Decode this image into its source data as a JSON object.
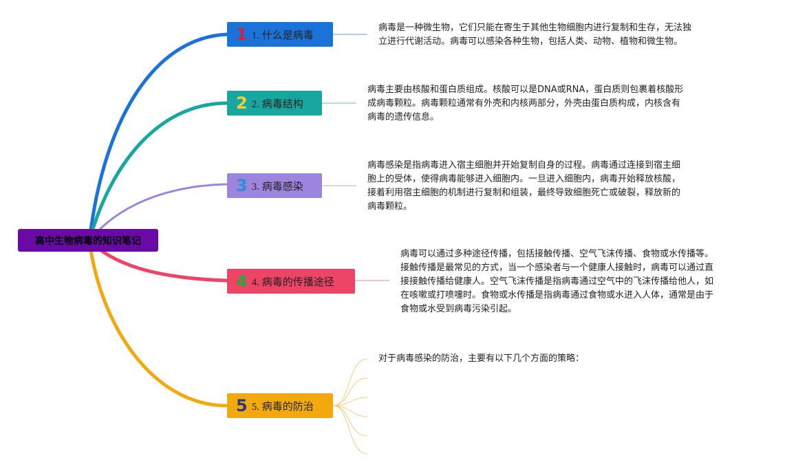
{
  "root": {
    "label": "高中生物病毒的知识笔记",
    "color": "#6a0aa6"
  },
  "branches": [
    {
      "num": "1",
      "label": "1. 什么是病毒",
      "box_color": "#1b72d8",
      "num_color": "#d0243a",
      "line_color": "#1b72d8",
      "desc_line_color": "#7fb4e0",
      "desc_lines": [
        "病毒是一种微生物，它们只能在寄生于其他生物细胞内进行复制和生存，无法独",
        "立进行代谢活动。病毒可以感染各种生物，包括人类、动物、植物和微生物。"
      ]
    },
    {
      "num": "2",
      "label": "2. 病毒结构",
      "box_color": "#17a79f",
      "num_color": "#f2cf3a",
      "line_color": "#17a79f",
      "desc_line_color": "#7ed0c9",
      "desc_lines": [
        "病毒主要由核酸和蛋白质组成。核酸可以是DNA或RNA，蛋白质则包裹着核酸形",
        "成病毒颗粒。病毒颗粒通常有外壳和内核两部分，外壳由蛋白质构成，内核含有",
        "病毒的遗传信息。"
      ]
    },
    {
      "num": "3",
      "label": "3. 病毒感染",
      "box_color": "#9d84dc",
      "num_color": "#2a8fe0",
      "line_color": "#9d84dc",
      "desc_line_color": "#c5b8ec",
      "desc_lines": [
        "病毒感染是指病毒进入宿主细胞并开始复制自身的过程。病毒通过连接到宿主细",
        "胞上的受体，使得病毒能够进入细胞内。一旦进入细胞内，病毒开始释放核酸，",
        "接着利用宿主细胞的机制进行复制和组装，最终导致细胞死亡或破裂，释放新的",
        "病毒颗粒。"
      ]
    },
    {
      "num": "4",
      "label": "4. 病毒的传播途径",
      "box_color": "#ee4466",
      "num_color": "#2aa63a",
      "line_color": "#ee4466",
      "desc_line_color": "#f3a0b4",
      "desc_lines": [
        "病毒可以通过多种途径传播，包括接触传播、空气飞沫传播、食物或水传播等。",
        "接触传播是最常见的方式，当一个感染者与一个健康人接触时，病毒可以通过直",
        "接接触传播给健康人。空气飞沫传播是指病毒通过空气中的飞沫传播给他人，如",
        "在咳嗽或打喷嚏时。食物或水传播是指病毒通过食物或水进入人体，通常是由于",
        "食物或水受到病毒污染引起。"
      ]
    },
    {
      "num": "5",
      "label": "5. 病毒的防治",
      "box_color": "#f2a90f",
      "num_color": "#2d3a7a",
      "line_color": "#f2a90f",
      "desc_line_color": "#f5cc7a",
      "desc_lines": [
        "对于病毒感染的防治，主要有以下几个方面的策略："
      ]
    }
  ]
}
